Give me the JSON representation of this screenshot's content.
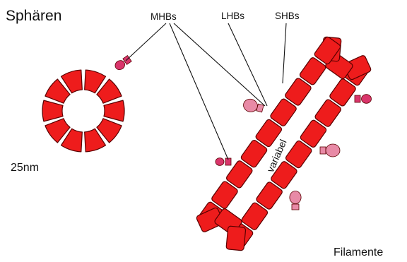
{
  "labels": {
    "spheres": "Sphären",
    "filaments": "Filamente",
    "size": "25nm",
    "mhb": "MHBs",
    "lhb": "LHBs",
    "shb": "SHBs",
    "variable": "variabel"
  },
  "colors": {
    "subunit_fill": "#ee1c1c",
    "subunit_stroke": "#5a0000",
    "mhb_fill": "#d9356b",
    "lhb_fill": "#e88aa6",
    "leader_line": "#111111"
  }
}
